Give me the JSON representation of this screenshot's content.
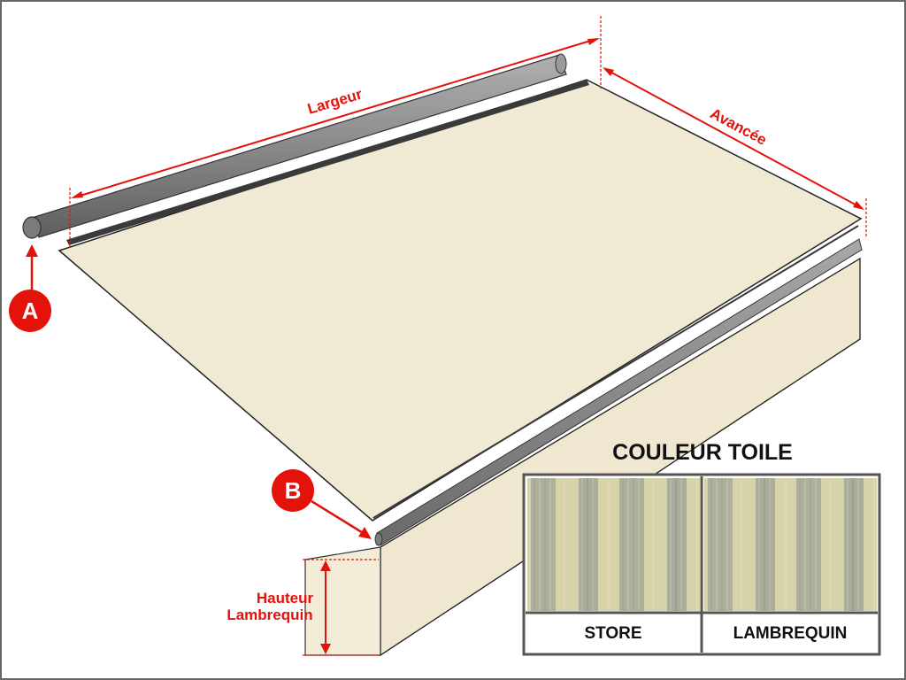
{
  "labels": {
    "width": "Largeur",
    "projection": "Avancée",
    "valance_height_line1": "Hauteur",
    "valance_height_line2": "Lambrequin"
  },
  "markers": {
    "a": "A",
    "b": "B"
  },
  "fabric_panel": {
    "title": "COULEUR TOILE",
    "swatches": [
      {
        "label": "STORE"
      },
      {
        "label": "LAMBREQUIN"
      }
    ]
  },
  "colors": {
    "dimension_red": "#e3120b",
    "canvas_cream": "#f0e9d4",
    "valance_cream": "#efe7d0",
    "roller_grey": "#8e8e8e",
    "stripe_light": "#d6d2a9",
    "stripe_dark": "#a9ad9a",
    "border_grey": "#555555"
  }
}
